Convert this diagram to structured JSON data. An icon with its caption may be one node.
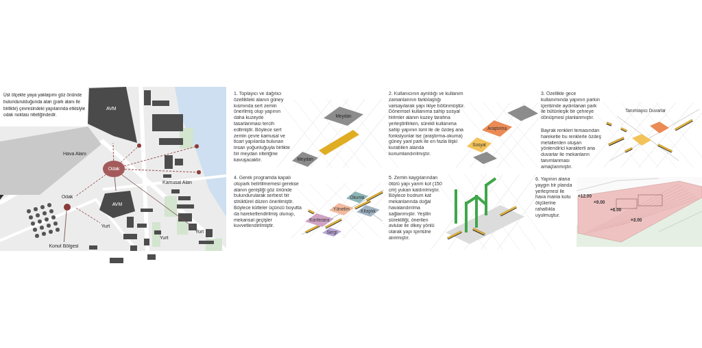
{
  "diagram": {
    "nodes": [
      {
        "text": [
          "AVM"
        ]
      },
      {
        "text": [
          "Hava Alanı"
        ]
      },
      {
        "text": [],
        "shape": "circle"
      },
      {
        "text": [],
        "shape": "circle"
      },
      {
        "text": [
          "Odak"
        ]
      },
      {
        "text": [],
        "shape": "circle"
      },
      {
        "text": [
          "Odak"
        ]
      },
      {
        "text": [
          "AVM"
        ]
      },
      {
        "text": [
          "Yurt"
        ]
      },
      {
        "text": [
          "Yurt"
        ]
      },
      {
        "text": [
          "Konut Bölgesi"
        ]
      },
      {
        "text": [
          "Meydan"
        ]
      },
      {
        "text": [
          "Meydan"
        ]
      },
      {
        "text": [
          "Araştırma"
        ]
      },
      {
        "text": [
          "Sosyal"
        ]
      },
      {
        "text": [
          "Okuma"
        ]
      },
      {
        "text": [
          "Yönetim"
        ]
      },
      {
        "text": [
          "Kitaplık"
        ]
      },
      {
        "text": [
          "Konferans"
        ]
      },
      {
        "text": [
          "Sergi"
        ]
      }
    ],
    "edges": [
      {
        "from": 4,
        "to": 0,
        "arrow": "none",
        "style": "dashed"
      },
      {
        "from": 4,
        "to": 2,
        "arrow": "none",
        "style": "dashed"
      },
      {
        "from": 4,
        "to": 3,
        "arrow": "none",
        "style": "dashed"
      },
      {
        "from": 4,
        "to": 5,
        "arrow": "none",
        "style": "dashed"
      },
      {
        "from": 4,
        "to": 6,
        "arrow": "none",
        "style": "dashed"
      },
      {
        "from": 4,
        "to": 7,
        "arrow": "none"
      },
      {
        "from": 4,
        "to": 9,
        "arrow": "none"
      },
      {
        "from": 6,
        "to": 10,
        "arrow": "none"
      },
      {
        "from": 6,
        "to": 8,
        "arrow": "none",
        "style": "dashed"
      }
    ],
    "labels": [
      "Üst ölçekte yaya yaklaşımı göz önünde bulundurulduğunda alan (park alanı ile birlikte) çevresindeki yapılarında etkisiyle odak noktası niteliğindedir.",
      "Kamusal Alan",
      "Yurt",
      "1. Toplayıcı ve dağıtıcı özellikteki alanın güney kısmında sert zemin önerilmiş olup yapının daha kuzeyde tasarlanması tercih edilmiştir. Böylece sert zemin çevre kamusal ve ticari yapılarda bulunan insan yoğunluğuyla birlikte bir meydan niteliğine kavuşacaktır.",
      "2. Kullanıcının ayrıldığı ve kullanım zamanlarının farklılaştığı varsayılarak yapı ikiye bölünmüştür. Dönemsel kullanıma sahip sosyal birimler alanın kuzey tarafına yerleştirilirken, sürekli kullanıma sahip yapının ismi ile de özdeş ana fonksiyonlar ise (araştırma-okuma) güney yani park ile en fazla ilişki kurabilen alanda konumlandırılmıştır.",
      "3. Özellikle gece kullanımında yapının parkın içerisinde aydınlanan park ile bütünleşik bir çehreye dönüşmesi planlanmıştır.",
      "Bayrak renkleri temasından hareketle bu renklerle özdeş metallerden oluşan yönlendirici karakterli ana duvarlar ile mekanların tanımlanması amaçlanmıştır.",
      "Tanımlayıcı Duvarlar",
      "4. Gerek programda kapalı otopark belirtilmemesi gerekse alanın genişliği göz önünde bulundurularak serbest bir strüktürel düzen önerilmiştir. Böylece kütleler üçüncü boyutta da hareketlendirilmiş olunup, mekansal geçişler kuvvetlendirilmiştir.",
      "5. Zemin kaygılarından ötürü yapı yarım kot (150 cm) yukarı kaldırılmıştır. Böylece bodrum kat mekanlarında doğal havalandırılma sağlanmıştır. Yeşilin sürekliliği, önerilen avlular ile dikey yönlü olarak yapı içerisine alınmıştır.",
      "6. Yapının alana yaygın bir planda yerleşmesi ile hava mania kotu ölçülerine rahatlıkla uyulmuştur.",
      "+12.00",
      "+9.00",
      "+6.00",
      "+3.00"
    ]
  }
}
